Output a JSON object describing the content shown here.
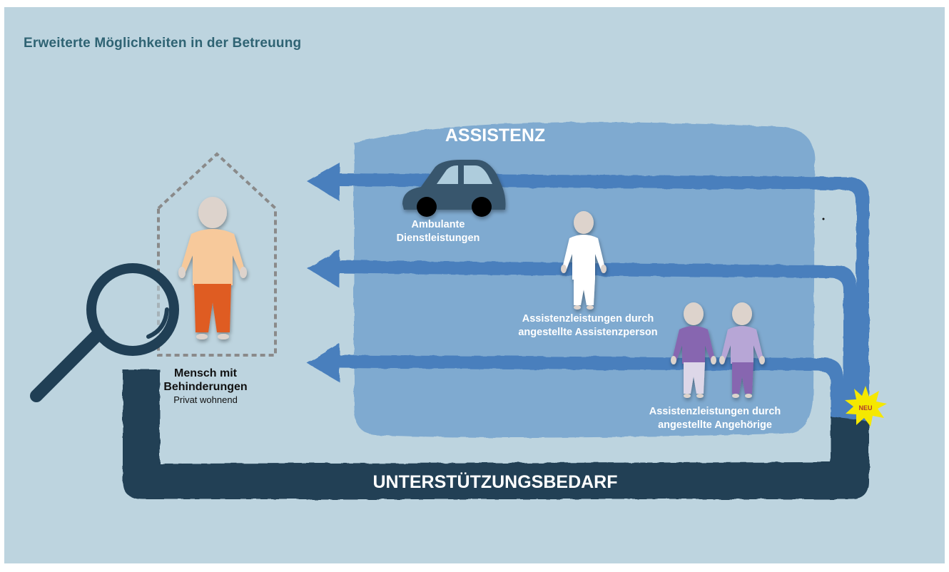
{
  "title": "Erweiterte Möglichkeiten in der Betreuung",
  "assistenz_label": "ASSISTENZ",
  "support_label": "UNTERSTÜTZUNGSBEDARF",
  "person": {
    "line1": "Mensch mit",
    "line2": "Behinderungen",
    "subtitle": "Privat wohnend"
  },
  "services": [
    {
      "line1": "Ambulante",
      "line2": "Dienstleistungen"
    },
    {
      "line1": "Assistenzleistungen durch",
      "line2": "angestellte Assistenzperson"
    },
    {
      "line1": "Assistenzleistungen durch",
      "line2": "angestellte Angehörige"
    }
  ],
  "badge": "NEU",
  "colors": {
    "background": "#bdd4df",
    "title": "#2f6373",
    "assistenz_box": "#7faad0",
    "arrow": "#4a7fbd",
    "support_band": "#203f55",
    "person_shirt": "#f7c99b",
    "person_pants": "#df5b24",
    "relatives_dark": "#8766b0",
    "relatives_light": "#b7a6d6",
    "badge": "#f5e800"
  },
  "icons": [
    "magnifier-icon",
    "house-outline-icon",
    "car-icon",
    "person-icon",
    "assistant-person-icon",
    "relative-pair-icon",
    "neu-starburst-icon"
  ]
}
